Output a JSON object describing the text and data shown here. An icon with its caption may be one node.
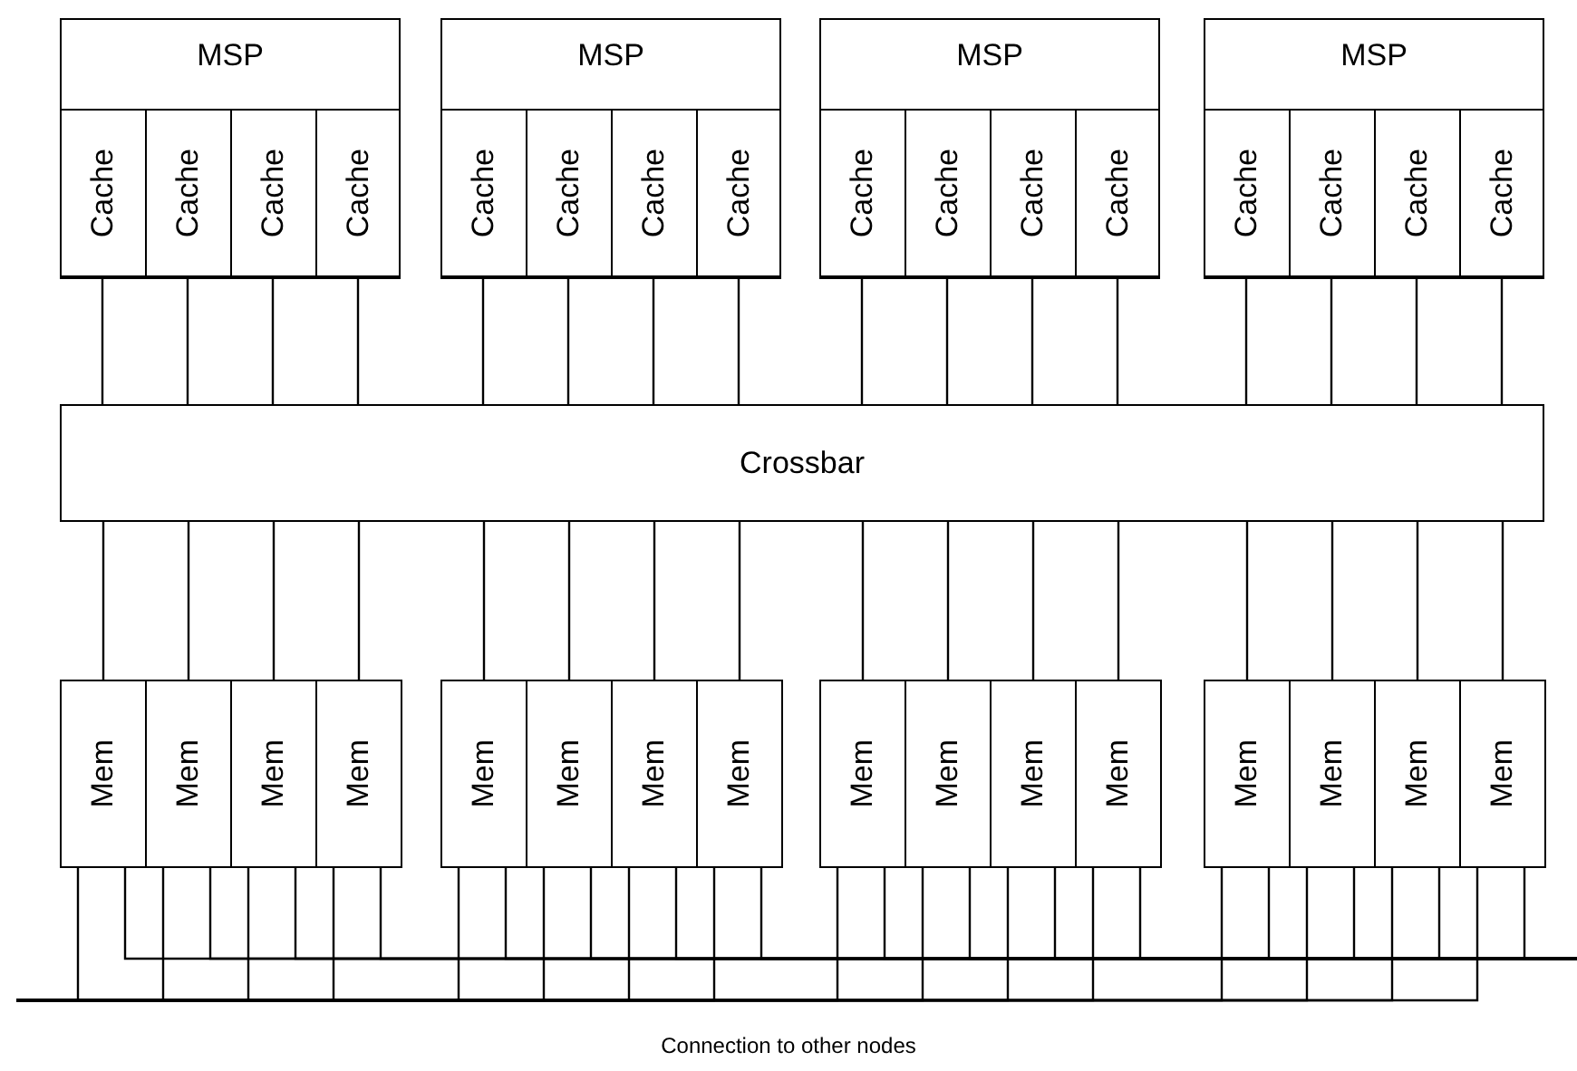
{
  "diagram": {
    "nodes": [
      {
        "text": [
          "MSP"
        ]
      },
      {
        "text": [
          "Cache"
        ],
        "in": 0
      },
      {
        "text": [
          "Cache"
        ],
        "in": 0
      },
      {
        "text": [
          "Cache"
        ],
        "in": 0
      },
      {
        "text": [
          "Cache"
        ],
        "in": 0
      },
      {
        "text": [
          "MSP"
        ]
      },
      {
        "text": [
          "Cache"
        ],
        "in": 5
      },
      {
        "text": [
          "Cache"
        ],
        "in": 5
      },
      {
        "text": [
          "Cache"
        ],
        "in": 5
      },
      {
        "text": [
          "Cache"
        ],
        "in": 5
      },
      {
        "text": [
          "MSP"
        ]
      },
      {
        "text": [
          "Cache"
        ],
        "in": 10
      },
      {
        "text": [
          "Cache"
        ],
        "in": 10
      },
      {
        "text": [
          "Cache"
        ],
        "in": 10
      },
      {
        "text": [
          "Cache"
        ],
        "in": 10
      },
      {
        "text": [
          "MSP"
        ]
      },
      {
        "text": [
          "Cache"
        ],
        "in": 15
      },
      {
        "text": [
          "Cache"
        ],
        "in": 15
      },
      {
        "text": [
          "Cache"
        ],
        "in": 15
      },
      {
        "text": [
          "Cache"
        ],
        "in": 15
      },
      {
        "text": [
          "Crossbar"
        ]
      },
      {
        "text": [
          "Mem"
        ]
      },
      {
        "text": [
          "Mem"
        ]
      },
      {
        "text": [
          "Mem"
        ]
      },
      {
        "text": [
          "Mem"
        ]
      },
      {
        "text": [
          "Mem"
        ]
      },
      {
        "text": [
          "Mem"
        ]
      },
      {
        "text": [
          "Mem"
        ]
      },
      {
        "text": [
          "Mem"
        ]
      },
      {
        "text": [
          "Mem"
        ]
      },
      {
        "text": [
          "Mem"
        ]
      },
      {
        "text": [
          "Mem"
        ]
      },
      {
        "text": [
          "Mem"
        ]
      },
      {
        "text": [
          "Mem"
        ]
      },
      {
        "text": [
          "Mem"
        ]
      },
      {
        "text": [
          "Mem"
        ]
      },
      {
        "text": [
          "Mem"
        ]
      }
    ],
    "edges": [
      {
        "from": 1,
        "to": 20,
        "arrow": "none"
      },
      {
        "from": 2,
        "to": 20,
        "arrow": "none"
      },
      {
        "from": 3,
        "to": 20,
        "arrow": "none"
      },
      {
        "from": 4,
        "to": 20,
        "arrow": "none"
      },
      {
        "from": 6,
        "to": 20,
        "arrow": "none"
      },
      {
        "from": 7,
        "to": 20,
        "arrow": "none"
      },
      {
        "from": 8,
        "to": 20,
        "arrow": "none"
      },
      {
        "from": 9,
        "to": 20,
        "arrow": "none"
      },
      {
        "from": 11,
        "to": 20,
        "arrow": "none"
      },
      {
        "from": 12,
        "to": 20,
        "arrow": "none"
      },
      {
        "from": 13,
        "to": 20,
        "arrow": "none"
      },
      {
        "from": 14,
        "to": 20,
        "arrow": "none"
      },
      {
        "from": 16,
        "to": 20,
        "arrow": "none"
      },
      {
        "from": 17,
        "to": 20,
        "arrow": "none"
      },
      {
        "from": 18,
        "to": 20,
        "arrow": "none"
      },
      {
        "from": 19,
        "to": 20,
        "arrow": "none"
      },
      {
        "from": 20,
        "to": 21,
        "arrow": "none"
      },
      {
        "from": 20,
        "to": 22,
        "arrow": "none"
      },
      {
        "from": 20,
        "to": 23,
        "arrow": "none"
      },
      {
        "from": 20,
        "to": 24,
        "arrow": "none"
      },
      {
        "from": 20,
        "to": 25,
        "arrow": "none"
      },
      {
        "from": 20,
        "to": 26,
        "arrow": "none"
      },
      {
        "from": 20,
        "to": 27,
        "arrow": "none"
      },
      {
        "from": 20,
        "to": 28,
        "arrow": "none"
      },
      {
        "from": 20,
        "to": 29,
        "arrow": "none"
      },
      {
        "from": 20,
        "to": 30,
        "arrow": "none"
      },
      {
        "from": 20,
        "to": 31,
        "arrow": "none"
      },
      {
        "from": 20,
        "to": 32,
        "arrow": "none"
      },
      {
        "from": 20,
        "to": 33,
        "arrow": "none"
      },
      {
        "from": 20,
        "to": 34,
        "arrow": "none"
      },
      {
        "from": 20,
        "to": 35,
        "arrow": "none"
      },
      {
        "from": 20,
        "to": 36,
        "arrow": "none"
      },
      {
        "from": 21,
        "to": null,
        "arrow": "none"
      },
      {
        "from": 21,
        "to": null,
        "arrow": "none"
      },
      {
        "from": 22,
        "to": null,
        "arrow": "none"
      },
      {
        "from": 22,
        "to": null,
        "arrow": "none"
      },
      {
        "from": 23,
        "to": null,
        "arrow": "none"
      },
      {
        "from": 23,
        "to": null,
        "arrow": "none"
      },
      {
        "from": 24,
        "to": null,
        "arrow": "none"
      },
      {
        "from": 24,
        "to": null,
        "arrow": "none"
      },
      {
        "from": 25,
        "to": null,
        "arrow": "none"
      },
      {
        "from": 25,
        "to": null,
        "arrow": "none"
      },
      {
        "from": 26,
        "to": null,
        "arrow": "none"
      },
      {
        "from": 26,
        "to": null,
        "arrow": "none"
      },
      {
        "from": 27,
        "to": null,
        "arrow": "none"
      },
      {
        "from": 27,
        "to": null,
        "arrow": "none"
      },
      {
        "from": 28,
        "to": null,
        "arrow": "none"
      },
      {
        "from": 28,
        "to": null,
        "arrow": "none"
      },
      {
        "from": 29,
        "to": null,
        "arrow": "none"
      },
      {
        "from": 29,
        "to": null,
        "arrow": "none"
      },
      {
        "from": 30,
        "to": null,
        "arrow": "none"
      },
      {
        "from": 30,
        "to": null,
        "arrow": "none"
      },
      {
        "from": 31,
        "to": null,
        "arrow": "none"
      },
      {
        "from": 31,
        "to": null,
        "arrow": "none"
      },
      {
        "from": 32,
        "to": null,
        "arrow": "none"
      },
      {
        "from": 32,
        "to": null,
        "arrow": "none"
      },
      {
        "from": 33,
        "to": null,
        "arrow": "none"
      },
      {
        "from": 33,
        "to": null,
        "arrow": "none"
      },
      {
        "from": 34,
        "to": null,
        "arrow": "none"
      },
      {
        "from": 34,
        "to": null,
        "arrow": "none"
      },
      {
        "from": 35,
        "to": null,
        "arrow": "none"
      },
      {
        "from": 35,
        "to": null,
        "arrow": "none"
      },
      {
        "from": 36,
        "to": null,
        "arrow": "none"
      },
      {
        "from": 36,
        "to": null,
        "arrow": "none"
      }
    ],
    "labels": [
      "Connection to other nodes"
    ]
  }
}
